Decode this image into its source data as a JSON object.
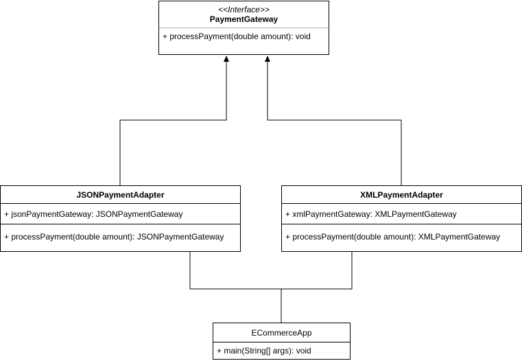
{
  "diagram": {
    "payment_gateway": {
      "stereotype": "<<Interface>>",
      "name": "PaymentGateway",
      "methods": [
        "+ processPayment(double amount): void"
      ]
    },
    "json_adapter": {
      "name": "JSONPaymentAdapter",
      "attributes": [
        "+ jsonPaymentGateway: JSONPaymentGateway"
      ],
      "methods": [
        "+ processPayment(double amount): JSONPaymentGateway"
      ]
    },
    "xml_adapter": {
      "name": "XMLPaymentAdapter",
      "attributes": [
        "+ xmlPaymentGateway: XMLPaymentGateway"
      ],
      "methods": [
        "+ processPayment(double amount): XMLPaymentGateway"
      ]
    },
    "ecommerce_app": {
      "name": "ECommerceApp",
      "methods": [
        "+ main(String[] args): void"
      ]
    },
    "relations": [
      {
        "from": "JSONPaymentAdapter",
        "to": "PaymentGateway",
        "type": "realization"
      },
      {
        "from": "XMLPaymentAdapter",
        "to": "PaymentGateway",
        "type": "realization"
      },
      {
        "from": "ECommerceApp",
        "to": "JSONPaymentAdapter",
        "type": "association"
      },
      {
        "from": "ECommerceApp",
        "to": "XMLPaymentAdapter",
        "type": "association"
      }
    ],
    "colors": {
      "line": "#000000",
      "background": "#ffffff",
      "interface_divider": "#b3b3b3"
    }
  }
}
